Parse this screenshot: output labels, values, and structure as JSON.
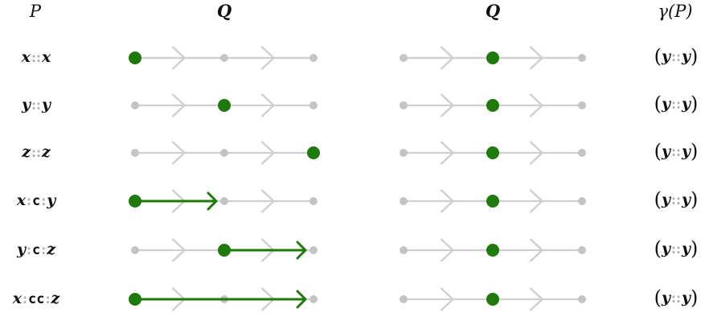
{
  "headers": {
    "p": "P",
    "q_left": "Q",
    "q_right": "Q",
    "gamma": "γ(P)"
  },
  "colors": {
    "line": "#cfcfcf",
    "node": "#c4c4c4",
    "highlight": "#1f7a0c",
    "separator": "#b0b0b0"
  },
  "rows": [
    {
      "p": {
        "tokens": [
          {
            "t": "var",
            "s": "x"
          },
          {
            "t": "sep",
            "s": "::"
          },
          {
            "t": "var",
            "s": "x"
          }
        ]
      },
      "left": {
        "node": 0,
        "path": null
      },
      "right": {
        "node": 1,
        "path": null
      },
      "gamma": {
        "open": "(",
        "tokens": [
          {
            "t": "var",
            "s": "y"
          },
          {
            "t": "sep",
            "s": "::"
          },
          {
            "t": "var",
            "s": "y"
          }
        ],
        "close": ")"
      }
    },
    {
      "p": {
        "tokens": [
          {
            "t": "var",
            "s": "y"
          },
          {
            "t": "sep",
            "s": "::"
          },
          {
            "t": "var",
            "s": "y"
          }
        ]
      },
      "left": {
        "node": 1,
        "path": null
      },
      "right": {
        "node": 1,
        "path": null
      },
      "gamma": {
        "open": "(",
        "tokens": [
          {
            "t": "var",
            "s": "y"
          },
          {
            "t": "sep",
            "s": "::"
          },
          {
            "t": "var",
            "s": "y"
          }
        ],
        "close": ")"
      }
    },
    {
      "p": {
        "tokens": [
          {
            "t": "var",
            "s": "z"
          },
          {
            "t": "sep",
            "s": "::"
          },
          {
            "t": "var",
            "s": "z"
          }
        ]
      },
      "left": {
        "node": 2,
        "path": null
      },
      "right": {
        "node": 1,
        "path": null
      },
      "gamma": {
        "open": "(",
        "tokens": [
          {
            "t": "var",
            "s": "y"
          },
          {
            "t": "sep",
            "s": "::"
          },
          {
            "t": "var",
            "s": "y"
          }
        ],
        "close": ")"
      }
    },
    {
      "p": {
        "tokens": [
          {
            "t": "var",
            "s": "x"
          },
          {
            "t": "sep",
            "s": ":"
          },
          {
            "t": "c",
            "s": "c"
          },
          {
            "t": "sep",
            "s": ":"
          },
          {
            "t": "var",
            "s": "y"
          }
        ]
      },
      "left": {
        "node": null,
        "path": [
          0,
          1
        ]
      },
      "right": {
        "node": 1,
        "path": null
      },
      "gamma": {
        "open": "(",
        "tokens": [
          {
            "t": "var",
            "s": "y"
          },
          {
            "t": "sep",
            "s": "::"
          },
          {
            "t": "var",
            "s": "y"
          }
        ],
        "close": ")"
      }
    },
    {
      "p": {
        "tokens": [
          {
            "t": "var",
            "s": "y"
          },
          {
            "t": "sep",
            "s": ":"
          },
          {
            "t": "c",
            "s": "c"
          },
          {
            "t": "sep",
            "s": ":"
          },
          {
            "t": "var",
            "s": "z"
          }
        ]
      },
      "left": {
        "node": null,
        "path": [
          1,
          2
        ]
      },
      "right": {
        "node": 1,
        "path": null
      },
      "gamma": {
        "open": "(",
        "tokens": [
          {
            "t": "var",
            "s": "y"
          },
          {
            "t": "sep",
            "s": "::"
          },
          {
            "t": "var",
            "s": "y"
          }
        ],
        "close": ")"
      }
    },
    {
      "p": {
        "tokens": [
          {
            "t": "var",
            "s": "x"
          },
          {
            "t": "sep",
            "s": ":"
          },
          {
            "t": "c",
            "s": "cc"
          },
          {
            "t": "sep",
            "s": ":"
          },
          {
            "t": "var",
            "s": "z"
          }
        ]
      },
      "left": {
        "node": null,
        "path": [
          0,
          2
        ]
      },
      "right": {
        "node": 1,
        "path": null
      },
      "gamma": {
        "open": "(",
        "tokens": [
          {
            "t": "var",
            "s": "y"
          },
          {
            "t": "sep",
            "s": "::"
          },
          {
            "t": "var",
            "s": "y"
          }
        ],
        "close": ")"
      }
    }
  ]
}
